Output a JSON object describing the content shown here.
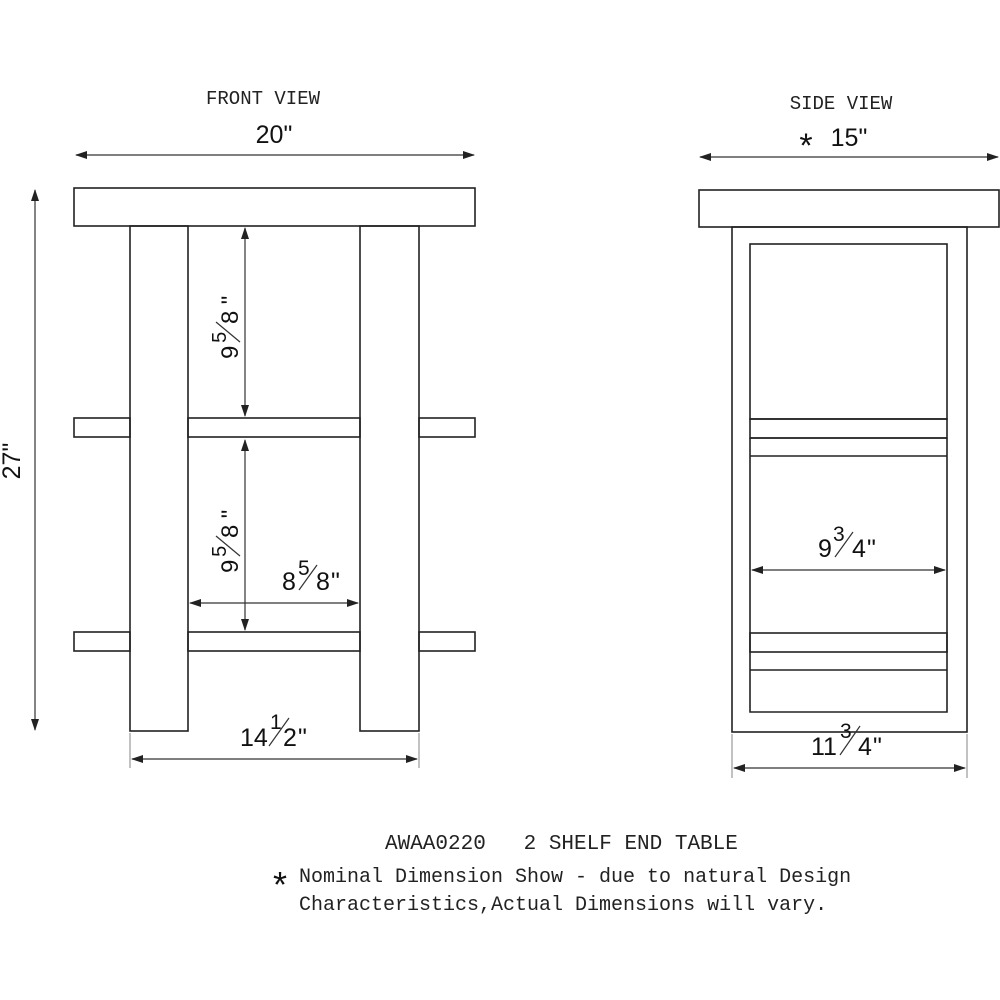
{
  "front_view": {
    "label": "FRONT VIEW",
    "width": "20\"",
    "height": "27\"",
    "upper_opening": {
      "whole": "9",
      "num": "5",
      "den": "8",
      "unit": "\""
    },
    "lower_opening": {
      "whole": "9",
      "num": "5",
      "den": "8",
      "unit": "\""
    },
    "leg_spacing": {
      "whole": "8",
      "num": "5",
      "den": "8",
      "unit": "\""
    },
    "base_width": {
      "whole": "14",
      "num": "1",
      "den": "2",
      "unit": "\""
    }
  },
  "side_view": {
    "label": "SIDE VIEW",
    "star": "*",
    "depth": "15\"",
    "inner_width": {
      "whole": "9",
      "num": "3",
      "den": "4",
      "unit": "\""
    },
    "base_width": {
      "whole": "11",
      "num": "3",
      "den": "4",
      "unit": "\""
    }
  },
  "caption": {
    "title": "AWAA0220   2 SHELF END TABLE",
    "star": "*",
    "note_line1": "Nominal Dimension Show - due to natural Design",
    "note_line2": "Characteristics,Actual Dimensions will vary."
  }
}
